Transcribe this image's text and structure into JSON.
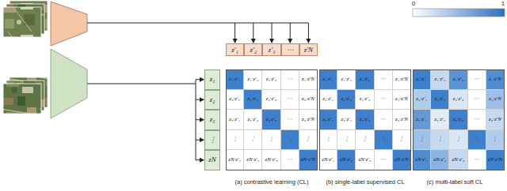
{
  "diagram": {
    "nodes": [
      {
        "text": [
          "z′₁"
        ]
      },
      {
        "text": [
          "z′₂"
        ]
      },
      {
        "text": [
          "z′₃"
        ]
      },
      {
        "text": [
          "⋯"
        ]
      },
      {
        "text": [
          "z′N"
        ]
      },
      {
        "text": [
          "z₁"
        ]
      },
      {
        "text": [
          "z₂"
        ]
      },
      {
        "text": [
          "z₃"
        ]
      },
      {
        "text": [
          "⋮"
        ]
      },
      {
        "text": [
          "zN"
        ]
      }
    ],
    "labels": [
      "0",
      "1",
      "(a) contrastive learning (CL)",
      "(b) single-label supervised CL",
      "(c) multi-label soft CL",
      "z₁·z′₁",
      "z₁·z′₂",
      "z₁·z′₃",
      "⋯",
      "z₁·z′N",
      "z₂·z′₁",
      "z₂·z′₂",
      "z₂·z′₃",
      "⋯",
      "z₂·z′N",
      "z₃·z′₁",
      "z₃·z′₂",
      "z₃·z′₃",
      "⋯",
      "z₃·z′N",
      "⋮",
      "⋮",
      "⋮",
      "⋱",
      "⋮",
      "zN·z′₁",
      "zN·z′₂",
      "zN·z′₃",
      "⋯",
      "zN·z′N",
      "z₁·z′₁",
      "z₁·z′₂",
      "z₁·z′₃",
      "⋯",
      "z₁·z′N",
      "z₂·z′₁",
      "z₂·z′₂",
      "z₂·z′₃",
      "⋯",
      "z₂·z′N",
      "z₃·z′₁",
      "z₃·z′₂",
      "z₃·z′₃",
      "⋯",
      "z₃·z′N",
      "⋮",
      "⋮",
      "⋮",
      "⋱",
      "⋮",
      "zN·z′₁",
      "zN·z′₂",
      "zN·z′₃",
      "⋯",
      "zN·z′N",
      "z₁·z′₁",
      "z₁·z′₂",
      "z₁·z′₃",
      "⋯",
      "z₁·z′N",
      "z₂·z′₁",
      "z₂·z′₂",
      "z₂·z′₃",
      "⋯",
      "z₂·z′N",
      "z₃·z′₁",
      "z₃·z′₂",
      "z₃·z′₃",
      "⋯",
      "z₃·z′N",
      "⋮",
      "⋮",
      "⋮",
      "⋱",
      "⋮",
      "zN·z′₁",
      "zN·z′₂",
      "zN·z′₃",
      "⋯",
      "zN·z′N"
    ]
  }
}
